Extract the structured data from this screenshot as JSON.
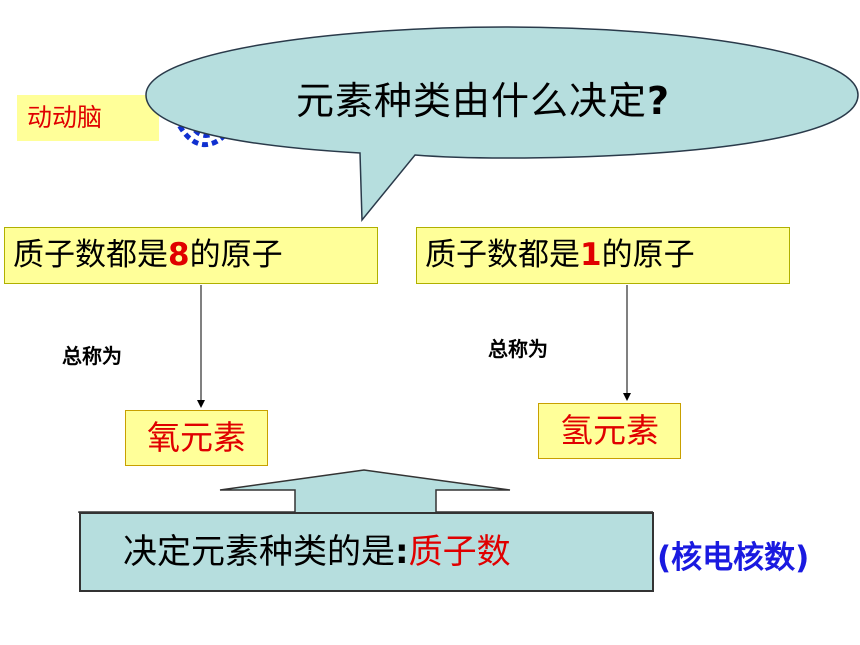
{
  "question_bubble": {
    "text": "元素种类由什么决定",
    "mark": "?"
  },
  "tag_label": "动动脑",
  "left_box": {
    "prefix": "质子数都是",
    "number": "8",
    "suffix": "的原子"
  },
  "right_box": {
    "prefix": "质子数都是",
    "number": "1",
    "suffix": "的原子"
  },
  "left_caption": "总称为",
  "right_caption": "总称为",
  "left_element": "氧元素",
  "right_element": "氢元素",
  "conclusion": {
    "prefix": "决定元素种类的是",
    "colon": ":",
    "answer": "质子数"
  },
  "side_note": "(核电核数)",
  "colors": {
    "bubble_fill": "#b6dede",
    "box_fill": "#ffff99",
    "accent_red": "#e00000",
    "note_blue": "#1a1ae0"
  }
}
